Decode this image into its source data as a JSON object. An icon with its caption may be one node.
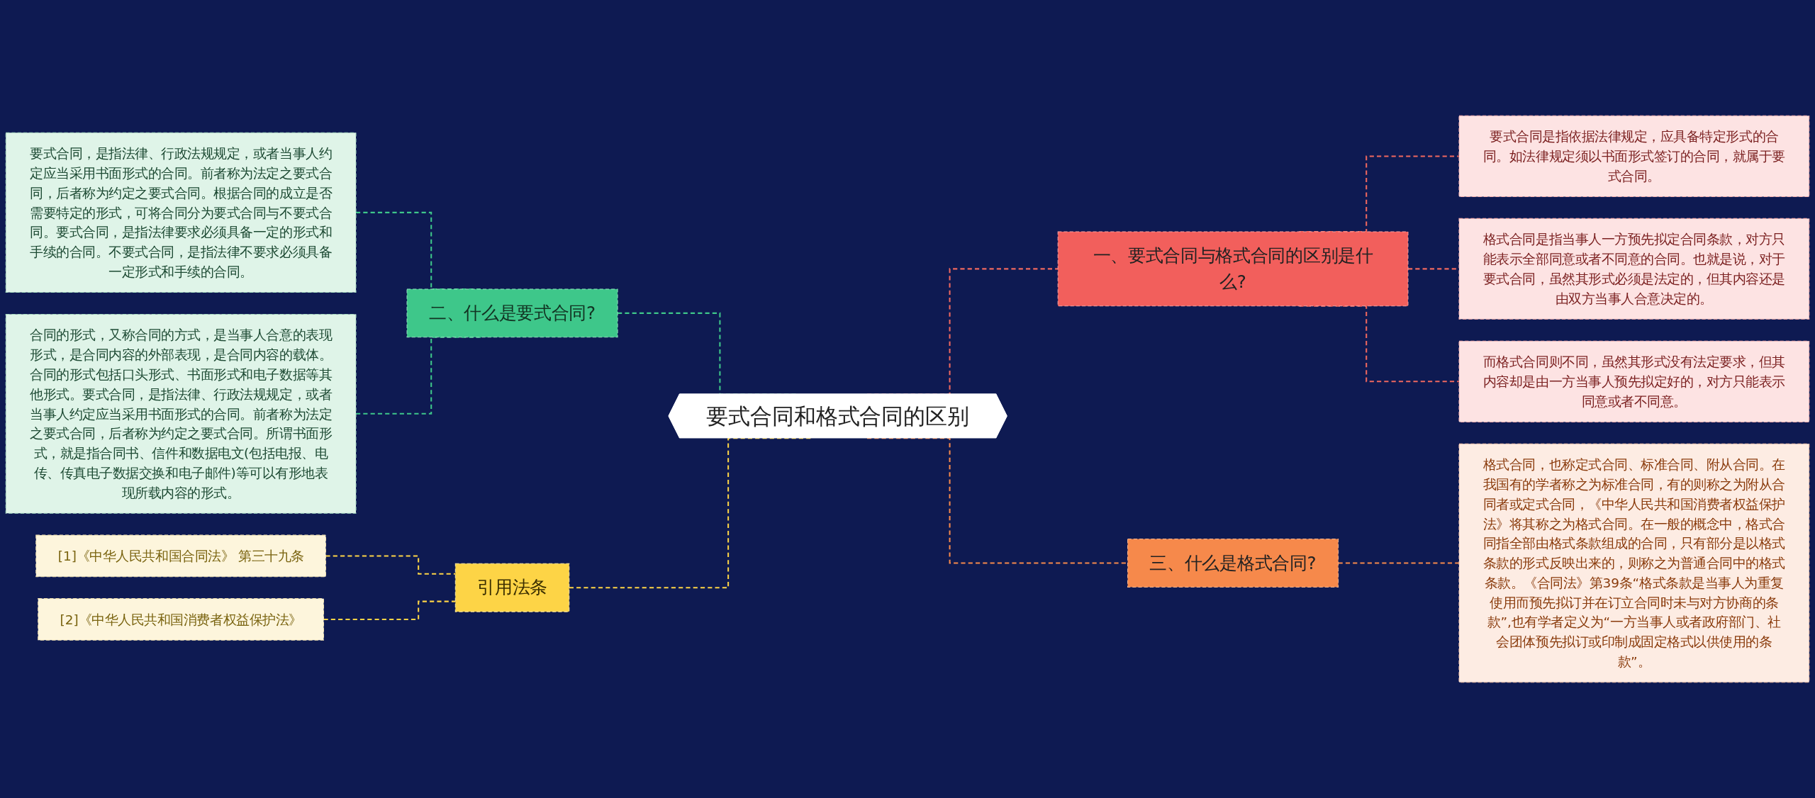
{
  "diagram": {
    "nodes": [
      {
        "text": [
          "要式合同和格式合同的区别"
        ]
      },
      {
        "text": [
          "一、要式合同与格式合同的区别是什么?"
        ]
      },
      {
        "text": [
          "要式合同是指依据法律规定，应具备特定形式的合同。如法律规定须以书面形式签订的合同，就属于要式合同。"
        ]
      },
      {
        "text": [
          "格式合同是指当事人一方预先拟定合同条款，对方只能表示全部同意或者不同意的合同。也就是说，对于要式合同，虽然其形式必须是法定的，但其内容还是由双方当事人合意决定的。"
        ]
      },
      {
        "text": [
          "而格式合同则不同，虽然其形式没有法定要求，但其内容却是由一方当事人预先拟定好的，对方只能表示同意或者不同意。"
        ]
      },
      {
        "text": [
          "三、什么是格式合同?"
        ]
      },
      {
        "text": [
          "格式合同，也称定式合同、标准合同、附从合同。在我国有的学者称之为标准合同，有的则称之为附从合同者或定式合同，《中华人民共和国消费者权益保护法》将其称之为格式合同。在一般的概念中，格式合同指全部由格式条款组成的合同，只有部分是以格式条款的形式反映出来的，则称之为普通合同中的格式条款。《合同法》第39条“格式条款是当事人为重复使用而预先拟订并在订立合同时未与对方协商的条款”,也有学者定义为“一方当事人或者政府部门、社会团体预先拟订或印制成固定格式以供使用的条款”。"
        ]
      },
      {
        "text": [
          "二、什么是要式合同?"
        ]
      },
      {
        "text": [
          "要式合同，是指法律、行政法规规定，或者当事人约定应当采用书面形式的合同。前者称为法定之要式合同，后者称为约定之要式合同。根据合同的成立是否需要特定的形式，可将合同分为要式合同与不要式合同。要式合同，是指法律要求必须具备一定的形式和手续的合同。不要式合同，是指法律不要求必须具备一定形式和手续的合同。"
        ]
      },
      {
        "text": [
          "合同的形式，又称合同的方式，是当事人合意的表现形式，是合同内容的外部表现，是合同内容的载体。合同的形式包括口头形式、书面形式和电子数据等其他形式。要式合同，是指法律、行政法规规定，或者当事人约定应当采用书面形式的合同。前者称为法定之要式合同，后者称为约定之要式合同。所谓书面形式，就是指合同书、信件和数据电文(包括电报、电传、传真电子数据交换和电子邮件)等可以有形地表现所载内容的形式。"
        ]
      },
      {
        "text": [
          "引用法条"
        ]
      },
      {
        "text": [
          "[1]《中华人民共和国合同法》 第三十九条"
        ]
      },
      {
        "text": [
          "[2]《中华人民共和国消费者权益保护法》"
        ]
      }
    ],
    "edges": [
      {
        "from": 0,
        "to": 1,
        "arrow": "none",
        "style": "dashed",
        "color": "#f0685f"
      },
      {
        "from": 1,
        "to": 2,
        "arrow": "none",
        "style": "dashed",
        "color": "#f0685f"
      },
      {
        "from": 1,
        "to": 3,
        "arrow": "none",
        "style": "dashed",
        "color": "#f0685f"
      },
      {
        "from": 1,
        "to": 4,
        "arrow": "none",
        "style": "dashed",
        "color": "#f0685f"
      },
      {
        "from": 0,
        "to": 5,
        "arrow": "none",
        "style": "dashed",
        "color": "#f6894b"
      },
      {
        "from": 5,
        "to": 6,
        "arrow": "none",
        "style": "dashed",
        "color": "#f6894b"
      },
      {
        "from": 8,
        "to": 7,
        "arrow": "none",
        "style": "dashed",
        "color": "#3ec78a"
      },
      {
        "from": 9,
        "to": 7,
        "arrow": "none",
        "style": "dashed",
        "color": "#3ec78a"
      },
      {
        "from": 7,
        "to": 0,
        "arrow": "none",
        "style": "dashed",
        "color": "#3ec78a"
      },
      {
        "from": 11,
        "to": 10,
        "arrow": "none",
        "style": "dashed",
        "color": "#fdd446"
      },
      {
        "from": 12,
        "to": 10,
        "arrow": "none",
        "style": "dashed",
        "color": "#fdd446"
      },
      {
        "from": 10,
        "to": 0,
        "arrow": "none",
        "style": "dashed",
        "color": "#fdd446"
      }
    ]
  }
}
